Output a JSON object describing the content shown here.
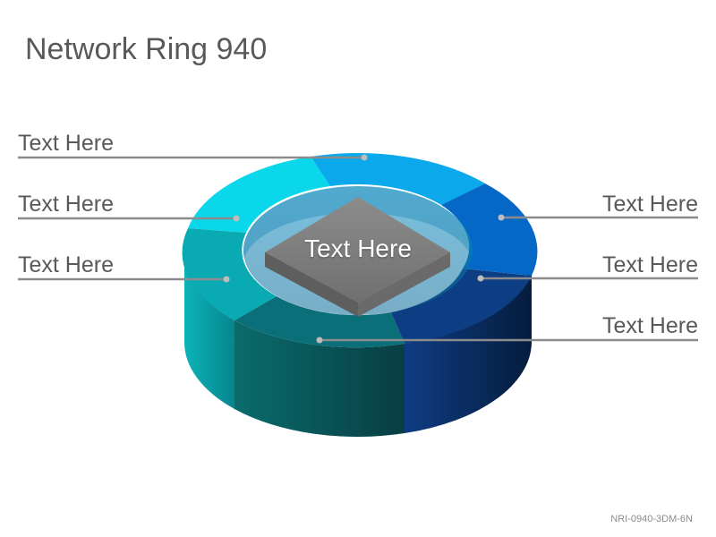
{
  "title": "Network Ring 940",
  "center": {
    "text": "Text Here"
  },
  "segments": [
    {
      "label": "Text Here",
      "side": "left",
      "color": "#0BB6EF"
    },
    {
      "label": "Text Here",
      "side": "left",
      "color": "#0AD5E6"
    },
    {
      "label": "Text Here",
      "side": "left",
      "color": "#0AA7B1"
    },
    {
      "label": "Text Here",
      "side": "right",
      "color": "#0466C2"
    },
    {
      "label": "Text Here",
      "side": "right",
      "color": "#0C3A7A"
    },
    {
      "label": "Text Here",
      "side": "right",
      "color": "#0B5F73"
    }
  ],
  "footer": "NRI-0940-3DM-6N"
}
